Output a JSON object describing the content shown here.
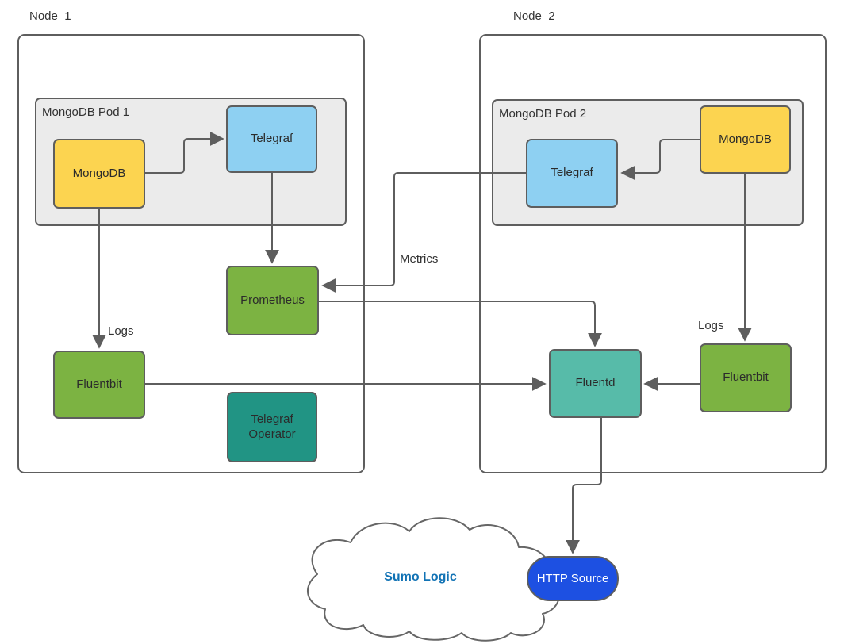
{
  "nodes": {
    "node1": {
      "label": "Node  1"
    },
    "node2": {
      "label": "Node  2"
    }
  },
  "pods": {
    "pod1": {
      "label": "MongoDB Pod 1"
    },
    "pod2": {
      "label": "MongoDB Pod 2"
    }
  },
  "components": {
    "mongodb1": {
      "label": "MongoDB"
    },
    "telegraf1": {
      "label": "Telegraf"
    },
    "telegraf2": {
      "label": "Telegraf"
    },
    "mongodb2": {
      "label": "MongoDB"
    },
    "prometheus": {
      "label": "Prometheus"
    },
    "fluentbit1": {
      "label": "Fluentbit"
    },
    "telegraf_operator": {
      "label": "Telegraf Operator"
    },
    "fluentd": {
      "label": "Fluentd"
    },
    "fluentbit2": {
      "label": "Fluentbit"
    }
  },
  "edge_labels": {
    "metrics": "Metrics",
    "logs_node1": "Logs",
    "logs_node2": "Logs"
  },
  "cloud": {
    "label": "Sumo Logic"
  },
  "http_source": {
    "label": "HTTP Source"
  },
  "colors": {
    "background": "#ffffff",
    "shape_border": "#5e5e5e",
    "connector": "#5e5e5e",
    "text": "#333333",
    "pod_fill": "#ebebeb",
    "mongodb_yellow": "#fcd450",
    "telegraf_blue": "#8ed0f2",
    "green": "#7cb342",
    "operator_teal": "#219484",
    "fluentd_teal": "#57bba9",
    "http_source_blue": "#1d50e2",
    "sumo_logic_blue": "#1273b5"
  }
}
